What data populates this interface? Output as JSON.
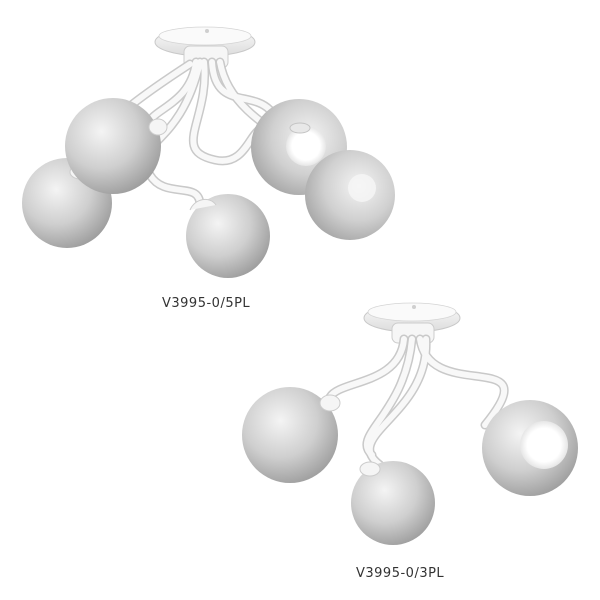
{
  "products": [
    {
      "model_label": "V3995-0/5PL",
      "shade_count": 5
    },
    {
      "model_label": "V3995-0/3PL",
      "shade_count": 3
    }
  ],
  "colors": {
    "background": "#ffffff",
    "metal": "#f7f7f7",
    "metal_outline": "#c8c8c8",
    "glass_light": "#f2f2f2",
    "glass_dark": "#9a9a9a",
    "bulb": "#ffffff",
    "caption_text": "#333333"
  }
}
